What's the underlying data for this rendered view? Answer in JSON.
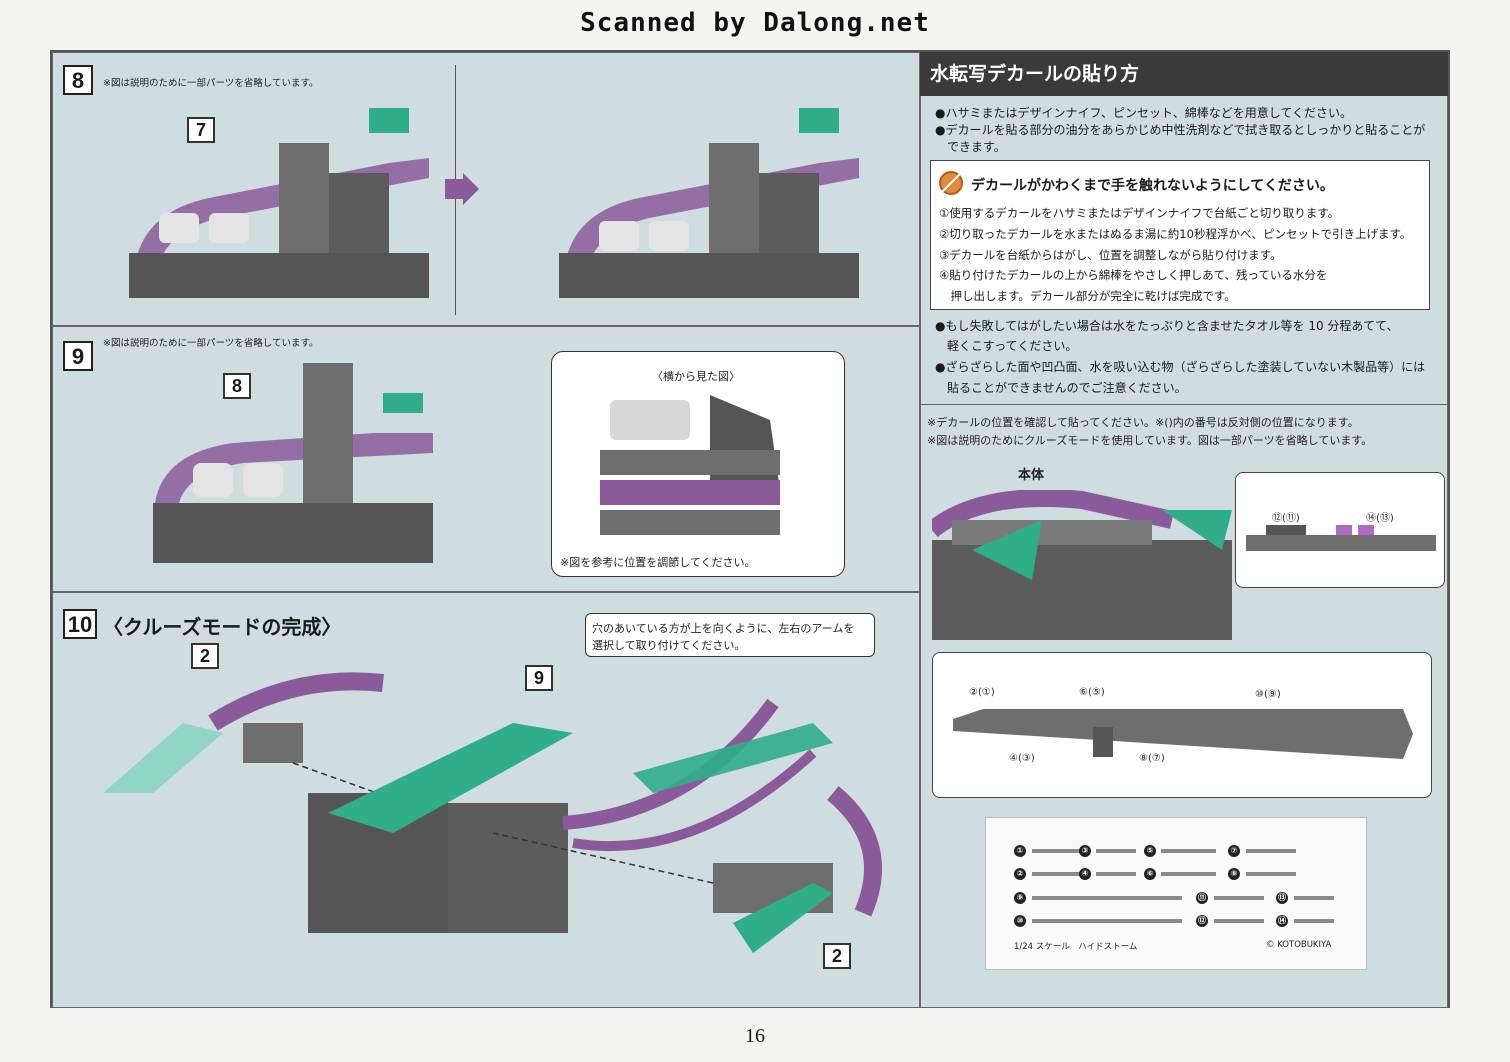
{
  "watermark": "Scanned by Dalong.net",
  "page_number": "16",
  "step8": {
    "number": "8",
    "note": "※図は説明のために一部パーツを省略しています。",
    "part_label": "7"
  },
  "step9": {
    "number": "9",
    "note": "※図は説明のために一部パーツを省略しています。",
    "part_label": "8",
    "side_view_title": "〈横から見た図〉",
    "side_view_note": "※図を参考に位置を調節してください。"
  },
  "step10": {
    "number": "10",
    "title": "〈クルーズモードの完成〉",
    "part_label_left": "2",
    "part_label_center": "9",
    "part_label_right": "2",
    "callout_line1": "穴のあいている方が上を向くように、左右のアームを",
    "callout_line2": "選択して取り付けてください。"
  },
  "decal": {
    "title": "水転写デカールの貼り方",
    "bullets": [
      "●ハサミまたはデザインナイフ、ピンセット、綿棒などを用意してください。",
      "●デカールを貼る部分の油分をあらかじめ中性洗剤などで拭き取るとしっかりと貼ることが",
      "　できます。"
    ],
    "warning_title": "デカールがかわくまで手を触れないようにしてください。",
    "steps": [
      "①使用するデカールをハサミまたはデザインナイフで台紙ごと切り取ります。",
      "②切り取ったデカールを水またはぬるま湯に約10秒程浮かべ、ピンセットで引き上げます。",
      "③デカールを台紙からはがし、位置を調整しながら貼り付けます。",
      "④貼り付けたデカールの上から綿棒をやさしく押しあて、残っている水分を",
      "　押し出します。デカール部分が完全に乾けば完成です。"
    ],
    "bullets2": [
      "●もし失敗してはがしたい場合は水をたっぷりと含ませたタオル等を 10 分程あてて、",
      "　軽くこすってください。",
      "●ざらざらした面や凹凸面、水を吸い込む物（ざらざらした塗装していない木製品等）には",
      "　貼ることができませんのでご注意ください。"
    ],
    "placement_notes": [
      "※デカールの位置を確認して貼ってください。※()内の番号は反対側の位置になります。",
      "※図は説明のためにクルーズモードを使用しています。図は一部パーツを省略しています。"
    ],
    "body_label": "本体",
    "inset_labels": [
      "⑫(⑪)",
      "⑭(⑬)"
    ],
    "arm_labels": [
      "②(①)",
      "⑥(⑤)",
      "⑩(⑨)",
      "④(③)",
      "⑧(⑦)"
    ],
    "sheet_numbers": [
      "①",
      "②",
      "③",
      "④",
      "⑤",
      "⑥",
      "⑦",
      "⑧",
      "⑨",
      "⑩",
      "⑪",
      "⑫",
      "⑬",
      "⑭"
    ],
    "sheet_footer_left": "1/24 スケール　ハイドストーム",
    "sheet_footer_right": "© KOTOBUKIYA"
  },
  "colors": {
    "panel_bg": "#cfdde0",
    "purple": "#8a5a9a",
    "green": "#2fae88",
    "gray": "#6e6e6e"
  }
}
